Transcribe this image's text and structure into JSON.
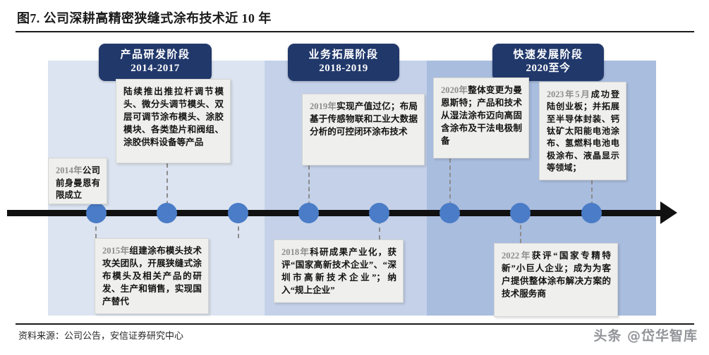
{
  "figure": {
    "title": "图7. 公司深耕高精密狭缝式涂布技术近 10 年",
    "source": "资料来源：公司公告，安信证券研究中心",
    "watermark": "头条 @岱华智库"
  },
  "colors": {
    "pill_bg": "#21386b",
    "band_1": "#dce4f1",
    "band_2": "#c4d1e9",
    "band_3": "#a9bddf",
    "dot": "#4a7cc7",
    "axis": "#111111",
    "box_bg": "#eff0ee"
  },
  "phases": [
    {
      "name": "产品研发阶段",
      "years": "2014-2017"
    },
    {
      "name": "业务拓展阶段",
      "years": "2018-2019"
    },
    {
      "name": "快速发展阶段",
      "years": "2020至今"
    }
  ],
  "milestones": {
    "y2014": {
      "year": "2014年",
      "text": "公司前身曼恩有限成立"
    },
    "dev": {
      "year": "",
      "text": "陆续推出推拉杆调节模头、微分头调节模头、双层可调节涂布模头、涂胶模块、各类垫片和阀组、涂胶供料设备等产品"
    },
    "y2015": {
      "year": "2015年",
      "text": "组建涂布模头技术攻关团队，开展狭缝式涂布模头及相关产品的研发、生产和销售，实现国产替代"
    },
    "y2019": {
      "year": "2019年",
      "text": "实现产值过亿；布局基于传感物联和工业大数据分析的可控闭环涂布技术"
    },
    "y2018": {
      "year": "2018年",
      "text": "科研成果产业化，获评“国家高新技术企业”、“深圳市高新技术企业”；纳入“规上企业”"
    },
    "y2020": {
      "year": "2020年",
      "text": "整体变更为曼恩斯特；产品和技术从湿法涂布迈向高固含涂布及干法电极制备"
    },
    "y2023": {
      "year": "2023年5月",
      "text": "成功登陆创业板；并拓展至半导体封装、钙钛矿太阳能电池涂布、氢燃料电池电极涂布、液晶显示等领域；"
    },
    "y2022": {
      "year": "2022年",
      "text": "获评“国家专精特新”小巨人企业；成为为客户提供整体涂布解决方案的技术服务商"
    }
  },
  "timeline": {
    "node_count": 8,
    "direction": "left-to-right"
  }
}
